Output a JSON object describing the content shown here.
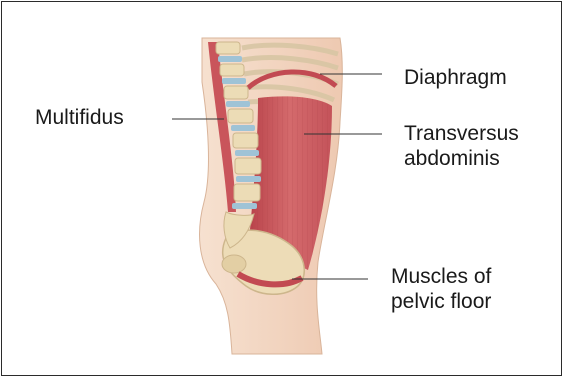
{
  "labels": {
    "multifidus": "Multifidus",
    "diaphragm": "Diaphragm",
    "transversus": {
      "line1": "Transversus",
      "line2": "abdominis"
    },
    "pelvic_floor": {
      "line1": "Muscles of",
      "line2": "pelvic floor"
    }
  },
  "colors": {
    "skin": "#f3d9c5",
    "muscle": "#c9555b",
    "bone": "#ecdcb6",
    "disc": "#9fc3d6"
  },
  "icons": [
    "core-muscles-illustration"
  ]
}
